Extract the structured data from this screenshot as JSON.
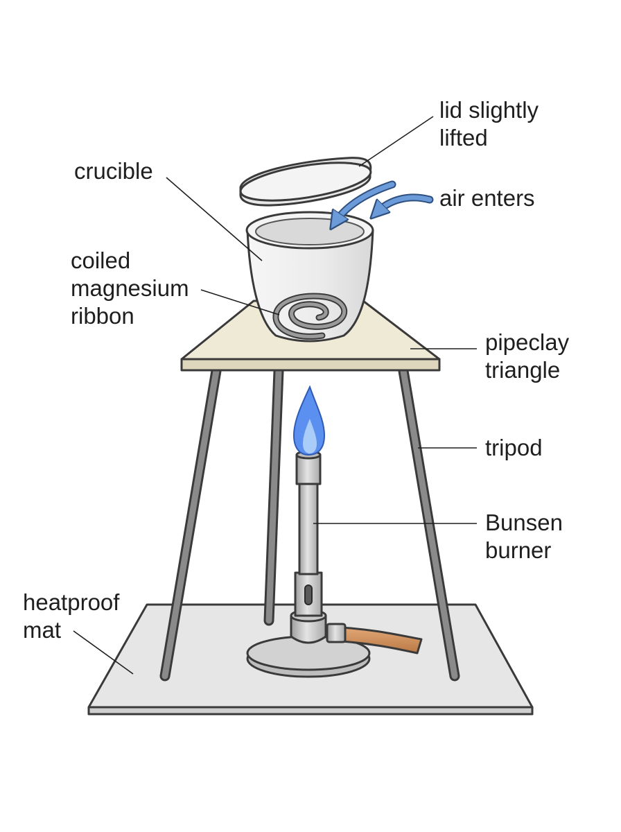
{
  "labels": {
    "lid": [
      "lid slightly",
      "lifted"
    ],
    "crucible": [
      "crucible"
    ],
    "air": [
      "air enters"
    ],
    "ribbon": [
      "coiled",
      "magnesium",
      "ribbon"
    ],
    "triangle": [
      "pipeclay",
      "triangle"
    ],
    "tripod": [
      "tripod"
    ],
    "burner": [
      "Bunsen",
      "burner"
    ],
    "mat": [
      "heatproof",
      "mat"
    ]
  },
  "colors": {
    "outline": "#3a3a3a",
    "crucible": "#ececec",
    "crucible_inner": "#d9d9d9",
    "lid": "#efefef",
    "triangle": "#efead6",
    "tripod_leg": "#8a8a8a",
    "burner_metal": "#c4c4c4",
    "mat": "#e6e6e6",
    "flame_outer": "#5b8ff0",
    "flame_inner": "#a9ccf8",
    "air_arrow": "#6b9bd8",
    "hose": "#d2905c",
    "coil": "#8c8c8c"
  }
}
